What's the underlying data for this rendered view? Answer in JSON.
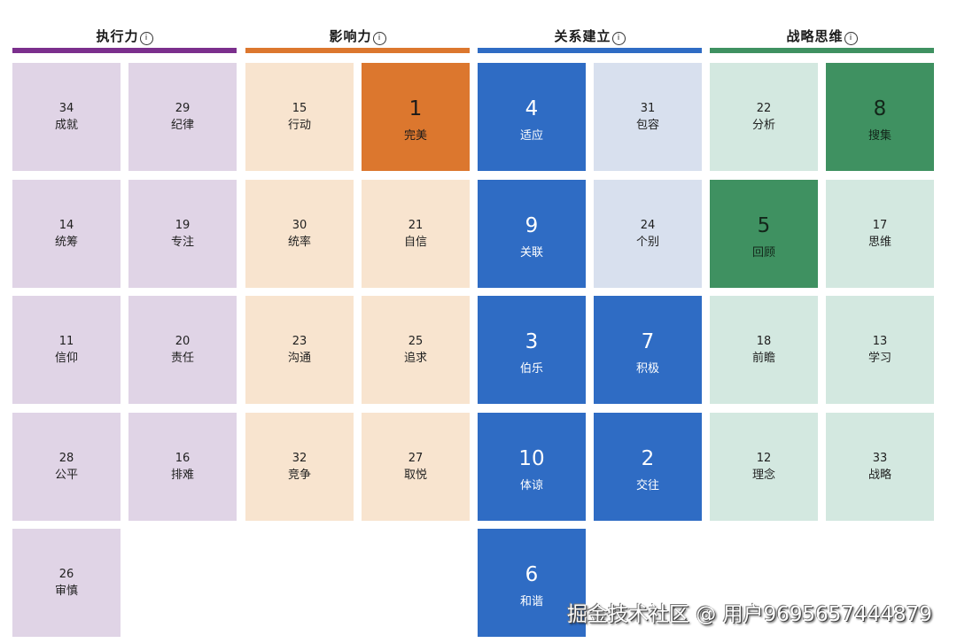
{
  "colors": {
    "execution": {
      "bar": "#7b2f8d",
      "light": "#e0d4e6",
      "strong": "#7b2f8d",
      "light_text": "#1f1f1f",
      "strong_text": "#ffffff"
    },
    "influence": {
      "bar": "#dc772e",
      "light": "#f8e4cf",
      "strong": "#dc772e",
      "light_text": "#1f1f1f",
      "strong_text": "#1a1a1a"
    },
    "relationship": {
      "bar": "#2f6cc4",
      "light": "#d8e0ee",
      "strong": "#2f6cc4",
      "light_text": "#1f1f1f",
      "strong_text": "#ffffff"
    },
    "strategic": {
      "bar": "#3f9161",
      "light": "#d3e8e0",
      "strong": "#3f9161",
      "light_text": "#1f1f1f",
      "strong_text": "#13261a"
    }
  },
  "groups": [
    {
      "key": "execution",
      "title": "执行力",
      "info_icon": "info-circle-icon",
      "tiles": [
        {
          "rank": "34",
          "label": "成就",
          "highlight": false
        },
        {
          "rank": "29",
          "label": "纪律",
          "highlight": false
        },
        {
          "rank": "14",
          "label": "统筹",
          "highlight": false
        },
        {
          "rank": "19",
          "label": "专注",
          "highlight": false
        },
        {
          "rank": "11",
          "label": "信仰",
          "highlight": false
        },
        {
          "rank": "20",
          "label": "责任",
          "highlight": false
        },
        {
          "rank": "28",
          "label": "公平",
          "highlight": false
        },
        {
          "rank": "16",
          "label": "排难",
          "highlight": false
        },
        {
          "rank": "26",
          "label": "审慎",
          "highlight": false
        }
      ]
    },
    {
      "key": "influence",
      "title": "影响力",
      "info_icon": "info-circle-icon",
      "tiles": [
        {
          "rank": "15",
          "label": "行动",
          "highlight": false
        },
        {
          "rank": "1",
          "label": "完美",
          "highlight": true
        },
        {
          "rank": "30",
          "label": "统率",
          "highlight": false
        },
        {
          "rank": "21",
          "label": "自信",
          "highlight": false
        },
        {
          "rank": "23",
          "label": "沟通",
          "highlight": false
        },
        {
          "rank": "25",
          "label": "追求",
          "highlight": false
        },
        {
          "rank": "32",
          "label": "竞争",
          "highlight": false
        },
        {
          "rank": "27",
          "label": "取悦",
          "highlight": false
        }
      ]
    },
    {
      "key": "relationship",
      "title": "关系建立",
      "info_icon": "info-circle-icon",
      "tiles": [
        {
          "rank": "4",
          "label": "适应",
          "highlight": true
        },
        {
          "rank": "31",
          "label": "包容",
          "highlight": false
        },
        {
          "rank": "9",
          "label": "关联",
          "highlight": true
        },
        {
          "rank": "24",
          "label": "个别",
          "highlight": false
        },
        {
          "rank": "3",
          "label": "伯乐",
          "highlight": true
        },
        {
          "rank": "7",
          "label": "积极",
          "highlight": true
        },
        {
          "rank": "10",
          "label": "体谅",
          "highlight": true
        },
        {
          "rank": "2",
          "label": "交往",
          "highlight": true
        },
        {
          "rank": "6",
          "label": "和谐",
          "highlight": true
        }
      ]
    },
    {
      "key": "strategic",
      "title": "战略思维",
      "info_icon": "info-circle-icon",
      "tiles": [
        {
          "rank": "22",
          "label": "分析",
          "highlight": false
        },
        {
          "rank": "8",
          "label": "搜集",
          "highlight": true
        },
        {
          "rank": "5",
          "label": "回顾",
          "highlight": true
        },
        {
          "rank": "17",
          "label": "思维",
          "highlight": false
        },
        {
          "rank": "18",
          "label": "前瞻",
          "highlight": false
        },
        {
          "rank": "13",
          "label": "学习",
          "highlight": false
        },
        {
          "rank": "12",
          "label": "理念",
          "highlight": false
        },
        {
          "rank": "33",
          "label": "战略",
          "highlight": false
        }
      ]
    }
  ],
  "info_glyph": "i",
  "watermark": "掘金技术社区 @ 用户9695657444879"
}
